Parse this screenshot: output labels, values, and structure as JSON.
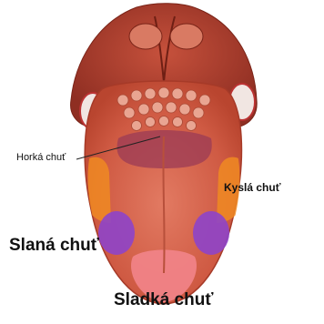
{
  "labels": {
    "bitter": "Horká chuť",
    "sour": "Kyslá chuť",
    "salty": "Slaná chuť",
    "sweet": "Sladká chuť"
  },
  "colors": {
    "tongue": "#d95f4a",
    "bitter_zone": "#9b3b55",
    "sour_zone": "#f08a22",
    "salty_zone": "#8e44c9",
    "sweet_zone": "#f2848a"
  }
}
